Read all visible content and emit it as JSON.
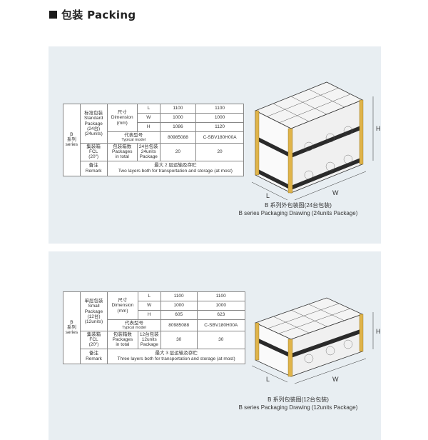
{
  "header": {
    "title": "包装 Packing"
  },
  "colors": {
    "panel": "#e8eef2",
    "post": "#e0b44a",
    "band": "#2a2a2a"
  },
  "package_24": {
    "series_label": [
      "B",
      "系列",
      "series"
    ],
    "type_label": [
      "标准包装",
      "Standard",
      "Package",
      "(24台)",
      "(24units)"
    ],
    "dimension_label": [
      "尺寸",
      "Dimension",
      "(mm)"
    ],
    "dims": [
      {
        "key": "L",
        "a": "1100",
        "b": "1100"
      },
      {
        "key": "W",
        "a": "1000",
        "b": "1000"
      },
      {
        "key": "H",
        "a": "1086",
        "b": "1120"
      }
    ],
    "model_label": [
      "代表型号",
      "Typical model"
    ],
    "model_a": "80985088",
    "model_b": "C-SBV180H00A",
    "fcl_label": [
      "集装箱",
      "FCL",
      "(20\")"
    ],
    "packages_label": [
      "包装箱数",
      "Packages",
      "in total"
    ],
    "units_label": [
      "24台包装",
      "24units",
      "Package"
    ],
    "fcl_a": "20",
    "fcl_b": "20",
    "remark_label": [
      "备注",
      "Remark"
    ],
    "remark_text": [
      "最大 2 层运输及存贮",
      "Two layers both for transportation and storage (at most)"
    ],
    "caption": [
      "B 系列外包装图(24台包装)",
      "B series Packaging Drawing (24units Package)"
    ]
  },
  "package_12": {
    "series_label": [
      "B",
      "系列",
      "series"
    ],
    "type_label": [
      "单层包装",
      "Small",
      "Package",
      "(12台)",
      "(12units)"
    ],
    "dimension_label": [
      "尺寸",
      "Dimension",
      "(mm)"
    ],
    "dims": [
      {
        "key": "L",
        "a": "1100",
        "b": "1100"
      },
      {
        "key": "W",
        "a": "1000",
        "b": "1000"
      },
      {
        "key": "H",
        "a": "605",
        "b": "623"
      }
    ],
    "model_label": [
      "代表型号",
      "Typical model"
    ],
    "model_a": "80985088",
    "model_b": "C-SBV180H00A",
    "fcl_label": [
      "集装箱",
      "FCL",
      "(20\")"
    ],
    "packages_label": [
      "包装箱数",
      "Packages",
      "in total"
    ],
    "units_label": [
      "12台包装",
      "12units",
      "Package"
    ],
    "fcl_a": "30",
    "fcl_b": "30",
    "remark_label": [
      "备注",
      "Remark"
    ],
    "remark_text": [
      "最大 3 层运输及存贮",
      "Three layers both for transportation and storage (at most)"
    ],
    "caption": [
      "B 系列包装图(12台包装)",
      "B series Packaging Drawing (12units Package)"
    ]
  },
  "drawing_labels": {
    "l": "L",
    "w": "W",
    "h": "H"
  }
}
